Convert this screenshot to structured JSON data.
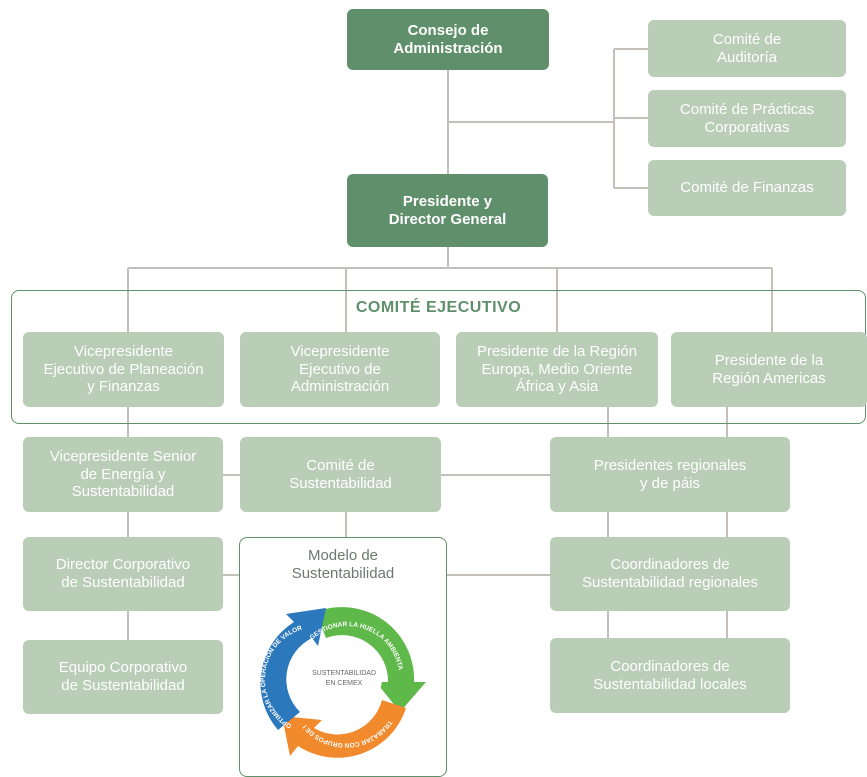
{
  "board": "Consejo de\nAdministración",
  "committees": [
    "Comité de\nAuditoría",
    "Comité de Prácticas\nCorporativas",
    "Comité de Finanzas"
  ],
  "ceo": "Presidente y\nDirector General",
  "executive_committee": {
    "title": "COMITÉ EJECUTIVO",
    "members": [
      "Vicepresidente\nEjecutivo de Planeación\ny Finanzas",
      "Vicepresidente\nEjecutivo de\nAdministración",
      "Presidente de la Región\nEuropa, Medio Oriente\nÁfrica y Asia",
      "Presidente de la\nRegión Americas"
    ]
  },
  "left_column": [
    "Vicepresidente Senior\nde Energía y\nSustentabilidad",
    "Director Corporativo\nde Sustentabilidad",
    "Equipo Corporativo\nde Sustentabilidad"
  ],
  "sustainability_committee": "Comité de\nSustentabilidad",
  "model": {
    "title": "Modelo de\nSustentabilidad",
    "center_text": "SUSTENTABILIDAD\nEN CEMEX",
    "segments": [
      "GESTIONAR LA HUELLA AMBIENTAL",
      "TRABAJAR CON GRUPOS DE INTERÉS",
      "OPTIMIZAR LA OPERACIÓN DE VALOR"
    ],
    "colors": [
      "#5fb84a",
      "#f08a2c",
      "#2b78bd"
    ]
  },
  "right_column": [
    "Presidentes regionales\ny de páis",
    "Coordinadores de\nSustentabilidad regionales",
    "Coordinadores de\nSustentabilidad locales"
  ],
  "colors": {
    "dark_box": "#5f8f6b",
    "light_box": "#b9cdb7",
    "line": "#c4bfb8",
    "frame": "#5f8f6b"
  }
}
